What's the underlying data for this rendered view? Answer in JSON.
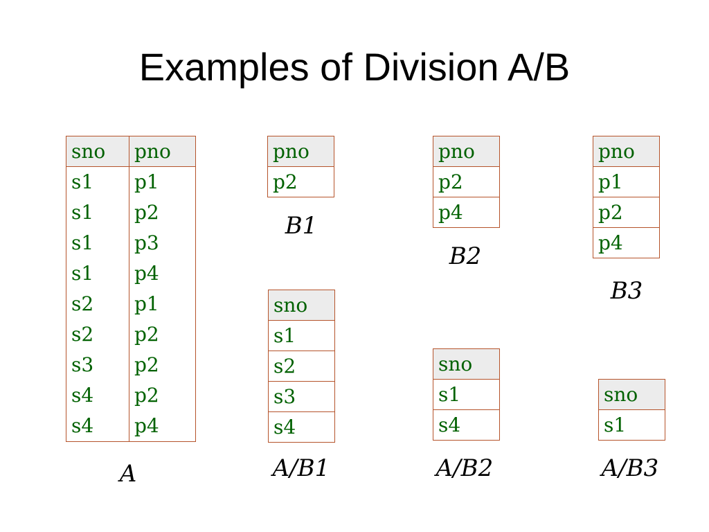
{
  "title": "Examples of Division A/B",
  "A": {
    "caption": "A",
    "headers": [
      "sno",
      "pno"
    ],
    "rows": [
      [
        "s1",
        "p1"
      ],
      [
        "s1",
        "p2"
      ],
      [
        "s1",
        "p3"
      ],
      [
        "s1",
        "p4"
      ],
      [
        "s2",
        "p1"
      ],
      [
        "s2",
        "p2"
      ],
      [
        "s3",
        "p2"
      ],
      [
        "s4",
        "p2"
      ],
      [
        "s4",
        "p4"
      ]
    ]
  },
  "B1": {
    "caption": "B1",
    "header": "pno",
    "rows": [
      "p2"
    ]
  },
  "B2": {
    "caption": "B2",
    "header": "pno",
    "rows": [
      "p2",
      "p4"
    ]
  },
  "B3": {
    "caption": "B3",
    "header": "pno",
    "rows": [
      "p1",
      "p2",
      "p4"
    ]
  },
  "AB1": {
    "caption": "A/B1",
    "header": "sno",
    "rows": [
      "s1",
      "s2",
      "s3",
      "s4"
    ]
  },
  "AB2": {
    "caption": "A/B2",
    "header": "sno",
    "rows": [
      "s1",
      "s4"
    ]
  },
  "AB3": {
    "caption": "A/B3",
    "header": "sno",
    "rows": [
      "s1"
    ]
  },
  "colors": {
    "border": "#b5532a",
    "cell_text": "#006100",
    "header_bg": "#ececec"
  }
}
